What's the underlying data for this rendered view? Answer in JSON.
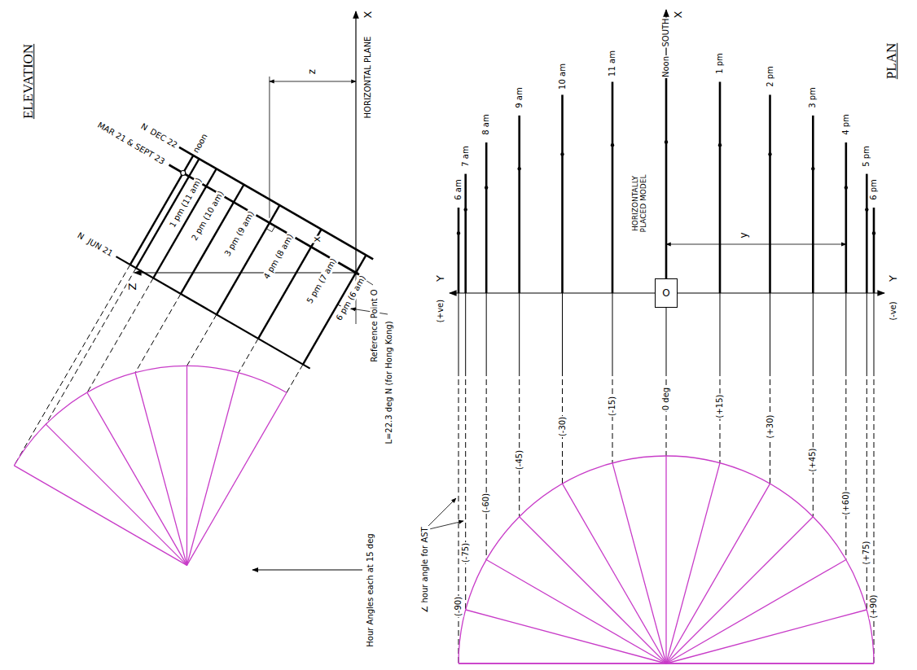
{
  "diagram": {
    "nodes": [
      {
        "text": [
          "O"
        ]
      }
    ],
    "labels": [
      "ELEVATION",
      "PLAN",
      "X",
      "HORIZONTAL PLANE",
      "Z",
      "DEC 22",
      "N",
      "MAR 21 & SEPT 23",
      "JUN 21",
      "N",
      "noon",
      "1 pm (11 am)",
      "2 pm (10 am)",
      "3 pm (9 am)",
      "4 pm (8 am)",
      "5 pm (7 am)",
      "6 pm (6 am)",
      "z",
      "x",
      "Reference Point O",
      "L=22.3 deg N (for Hong Kong)",
      "Hour Angles each at 15 deg",
      "∠ hour angle for AST",
      "X",
      "SOUTH",
      "Noon",
      "6 am",
      "7 am",
      "8 am",
      "9 am",
      "10 am",
      "11 am",
      "1 pm",
      "2 pm",
      "3 pm",
      "4 pm",
      "5 pm",
      "6 pm",
      "y",
      "Y",
      "(+ve)",
      "Y",
      "(-ve)",
      "HORIZONTALLY PLACED MODEL",
      "(-90)",
      "(-75)",
      "(-60)",
      "(-45)",
      "(-30)",
      "(-15)",
      "0 deg",
      "(+15)",
      "(+30)",
      "(+45)",
      "(+60)",
      "(+75)",
      "(+90)"
    ]
  }
}
